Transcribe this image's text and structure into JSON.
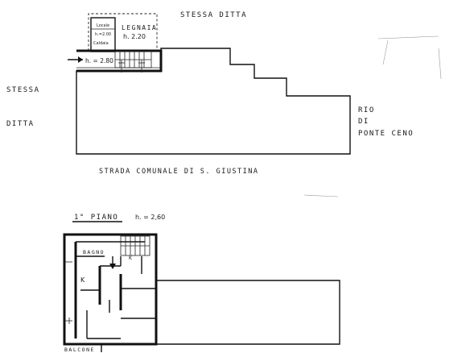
{
  "ground_floor": {
    "label_north": "STESSA DITTA",
    "label_west_1": "STESSA",
    "label_west_2": "DITTA",
    "label_east_1": "RIO",
    "label_east_2": "DI",
    "label_east_3": "PONTE CENO",
    "label_south": "STRADA COMUNALE DI S. GIUSTINA",
    "woodshed_name": "LEGNAIA",
    "woodshed_height": "h. 2.20",
    "small_room_1": "Locale",
    "small_room_2": "h.=2.00",
    "small_room_3": "Caldaia",
    "entry_height": "h. = 2.80"
  },
  "first_floor": {
    "title": "1° PIANO",
    "height": "h. = 2,60",
    "bathroom": "BAGNO",
    "kitchen": "K",
    "k2": "K",
    "balcony": "BALCONE"
  }
}
